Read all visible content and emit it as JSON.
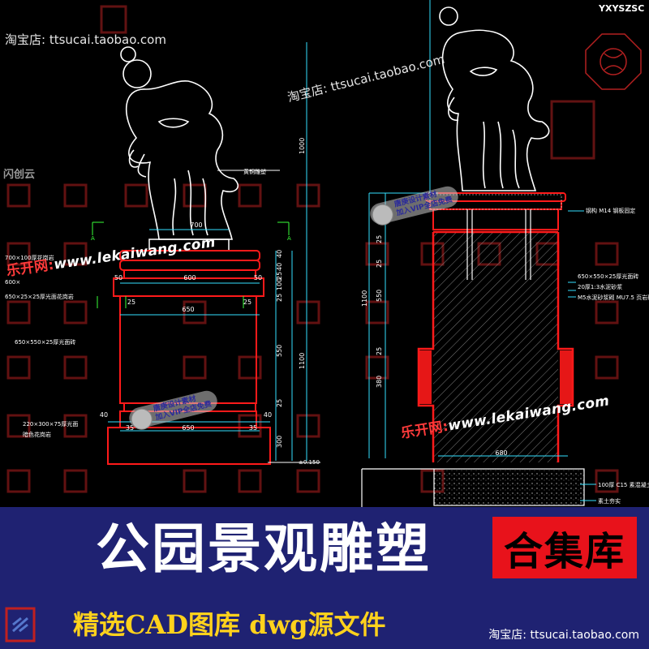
{
  "banner": {
    "title": "公园景观雕塑",
    "tag": "合集库",
    "subtitle": "精选CAD图库  dwg源文件"
  },
  "watermarks": {
    "shop_top_left": "淘宝店: ttsucai.taobao.com",
    "shop_top_mid": "淘宝店: ttsucai.taobao.com",
    "shop_bottom": "淘宝店: ttsucai.taobao.com",
    "lekai_left_cn": "乐开网:",
    "lekai_left_url": "www.lekaiwang.com",
    "lekai_right_cn": "乐开网:",
    "lekai_right_url": "www.lekaiwang.com",
    "badge_line1": "唐庚设计素材",
    "badge_line2": "加入VIP全店免费",
    "side_mark": "闪创云",
    "corner_code": "YXYSZSC"
  },
  "drawing": {
    "left_dims": [
      "700",
      "50",
      "600",
      "50",
      "25",
      "650",
      "25",
      "40",
      "35",
      "650",
      "35",
      "40"
    ],
    "left_vert_dims": [
      "40",
      "40",
      "25",
      "100",
      "25",
      "550",
      "25",
      "300",
      "1000",
      "1100"
    ],
    "left_notes": [
      "700×100厚花岗岩",
      "600×",
      "650×25×25厚光面花岗岩",
      "650×550×25厚光面砖",
      "220×300×75厚光面",
      "暗色花岗岩",
      "黄铜雕塑",
      "±0.150"
    ],
    "right_dims": [
      "680"
    ],
    "right_vert_dims": [
      "25",
      "25",
      "550",
      "25",
      "380",
      "1100"
    ],
    "right_notes": [
      "钢构 M14 钢板固定",
      "650×550×25厚光面砖",
      "20厚1:3水泥砂浆",
      "M5水泥砂浆砌 MU7.5 页岩砖",
      "100厚 C15 素混凝土垫层",
      "素土夯实"
    ],
    "labels": [
      "A",
      "A"
    ]
  },
  "colors": {
    "banner_bg": "#1f2272",
    "tag_bg": "#e8121b",
    "subtitle": "#ffd21c",
    "cad_red": "#ff1a1a",
    "cad_white": "#ffffff",
    "cad_cyan": "#33e0ff",
    "cad_green": "#39ff39"
  }
}
